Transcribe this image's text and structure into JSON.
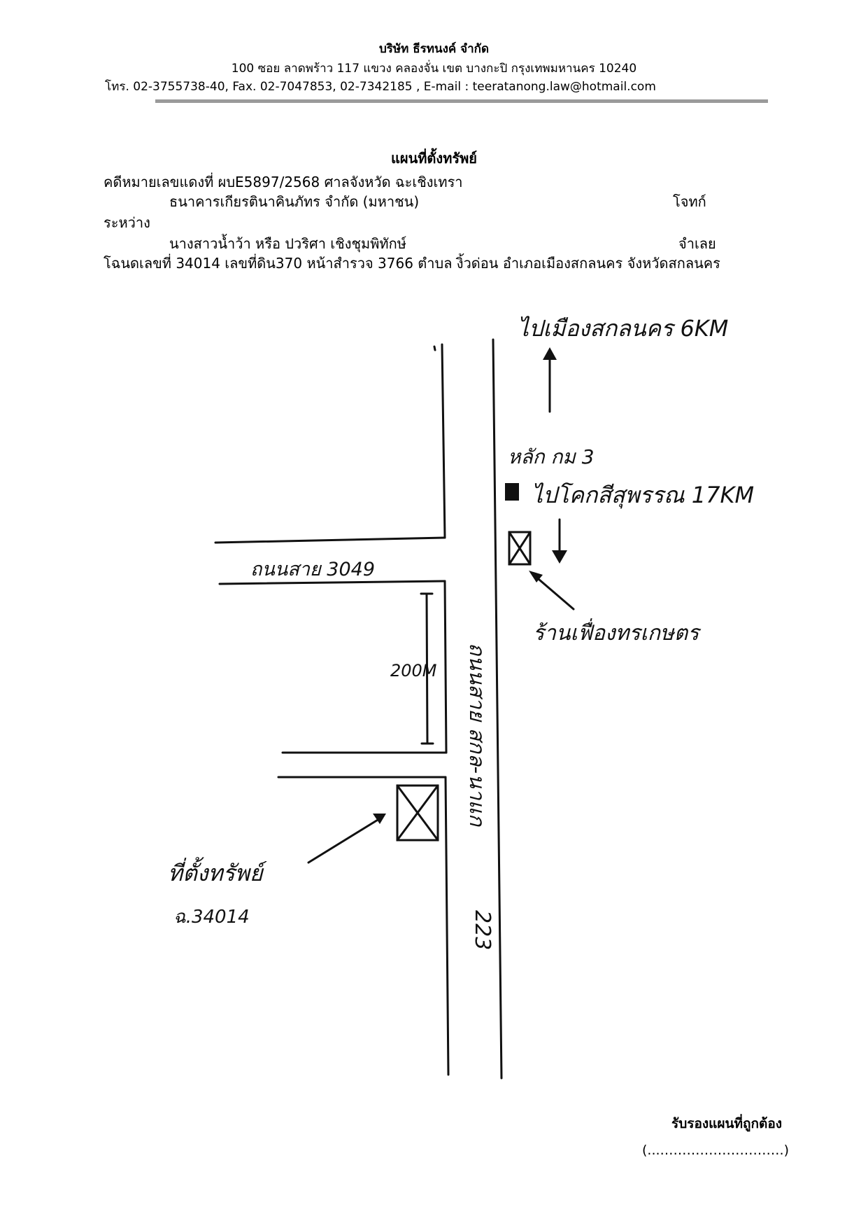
{
  "header": {
    "company_name": "บริษัท  ธีรทนงค์ จำกัด",
    "address": "100   ซอย ลาดพร้าว 117    แขวง คลองจั่น    เขต บางกะปิ   กรุงเทพมหานคร  10240",
    "contact": "โทร. 02-3755738-40, Fax.  02-7047853, 02-7342185 , E-mail : teeratanong.law@hotmail.com"
  },
  "document": {
    "title": "แผนที่ตั้งทรัพย์",
    "case_line": "คดีหมายเลขแดงที่  ผบE5897/2568 ศาลจังหวัด ฉะเชิงเทรา",
    "plaintiff_name": "ธนาคารเกียรตินาคินภัทร จำกัด (มหาชน)",
    "plaintiff_role": "โจทก์",
    "between": "ระหว่าง",
    "defendant_name": "นางสาวน้ำว้า หรือ ปวริศา เชิงชุมพิทักษ์",
    "defendant_role": "จำเลย",
    "deed_line": "โฉนดเลขที่ 34014 เลขที่ดิน370 หน้าสำรวจ 3766 ตำบล งิ้วด่อน อำเภอเมืองสกลนคร  จังหวัดสกลนคร"
  },
  "map": {
    "to_city_label": "ไปเมืองสกลนคร 6KM",
    "km_marker_label": "หลัก กม 3",
    "to_kosum_label": "ไปโคกสีสุพรรณ 17KM",
    "shop_label": "ร้านเฟื่องทรเกษตร",
    "side_road_label": "ถนนสาย 3049",
    "distance_label": "200M",
    "main_road_label": "ถนนสาย สกล-นาแก",
    "main_road_number": "223",
    "property_label": "ที่ตั้งทรัพย์",
    "deed_ref_label": "ฉ.34014"
  },
  "footer": {
    "certify_label": "รับรองแผนที่ถูกต้อง",
    "signature_placeholder": "(...……………………….)"
  }
}
